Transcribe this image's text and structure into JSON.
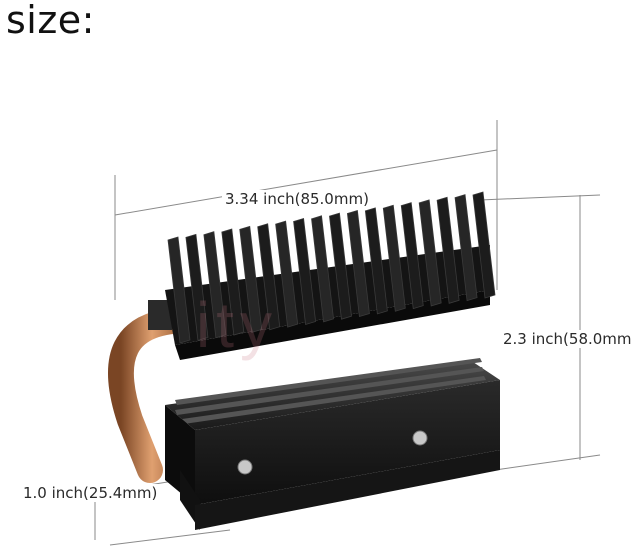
{
  "heading": "size:",
  "dimensions": {
    "width": "3.34 inch(85.0mm)",
    "height": "2.3 inch(58.0mm",
    "depth": "1.0 inch(25.4mm)"
  },
  "watermark": "ity",
  "colors": {
    "heatsink": "#1e1e1e",
    "fin_highlight": "#3a3a3a",
    "copper_pipe": "#b8744a",
    "dimension_line": "#7a7a7a"
  }
}
